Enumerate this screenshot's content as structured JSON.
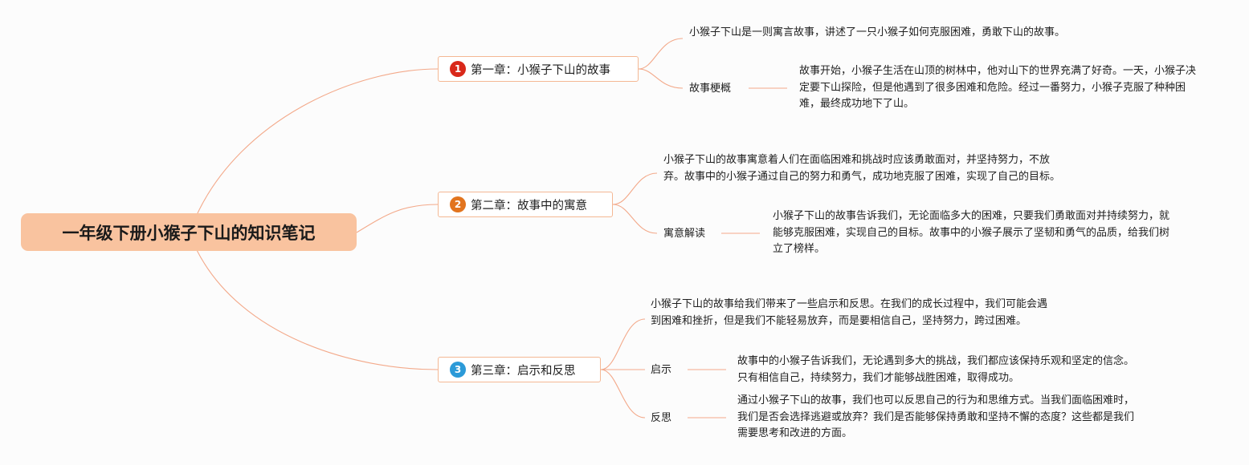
{
  "colors": {
    "link": "#f3a98a",
    "root_fill": "#f9c39f",
    "chapter_border": "#f4b894",
    "badge_1": "#d9281a",
    "badge_2": "#e2741e",
    "badge_3": "#2c9ad8"
  },
  "root": {
    "title": "一年级下册小猴子下山的知识笔记"
  },
  "chapters": [
    {
      "number": "1",
      "title": "第一章：小猴子下山的故事",
      "summary": "小猴子下山是一则寓言故事，讲述了一只小猴子如何克服困难，勇敢下山的故事。",
      "topics": [
        {
          "label": "故事梗概",
          "detail": "故事开始，小猴子生活在山顶的树林中，他对山下的世界充满了好奇。一天，小猴子决定要下山探险，但是他遇到了很多困难和危险。经过一番努力，小猴子克服了种种困难，最终成功地下了山。"
        }
      ]
    },
    {
      "number": "2",
      "title": "第二章：故事中的寓意",
      "summary": "小猴子下山的故事寓意着人们在面临困难和挑战时应该勇敢面对，并坚持努力，不放弃。故事中的小猴子通过自己的努力和勇气，成功地克服了困难，实现了自己的目标。",
      "topics": [
        {
          "label": "寓意解读",
          "detail": "小猴子下山的故事告诉我们，无论面临多大的困难，只要我们勇敢面对并持续努力，就能够克服困难，实现自己的目标。故事中的小猴子展示了坚韧和勇气的品质，给我们树立了榜样。"
        }
      ]
    },
    {
      "number": "3",
      "title": "第三章：启示和反思",
      "summary": "小猴子下山的故事给我们带来了一些启示和反思。在我们的成长过程中，我们可能会遇到困难和挫折，但是我们不能轻易放弃，而是要相信自己，坚持努力，跨过困难。",
      "topics": [
        {
          "label": "启示",
          "detail": "故事中的小猴子告诉我们，无论遇到多大的挑战，我们都应该保持乐观和坚定的信念。只有相信自己，持续努力，我们才能够战胜困难，取得成功。"
        },
        {
          "label": "反思",
          "detail": "通过小猴子下山的故事，我们也可以反思自己的行为和思维方式。当我们面临困难时，我们是否会选择逃避或放弃？我们是否能够保持勇敢和坚持不懈的态度？这些都是我们需要思考和改进的方面。"
        }
      ]
    }
  ]
}
